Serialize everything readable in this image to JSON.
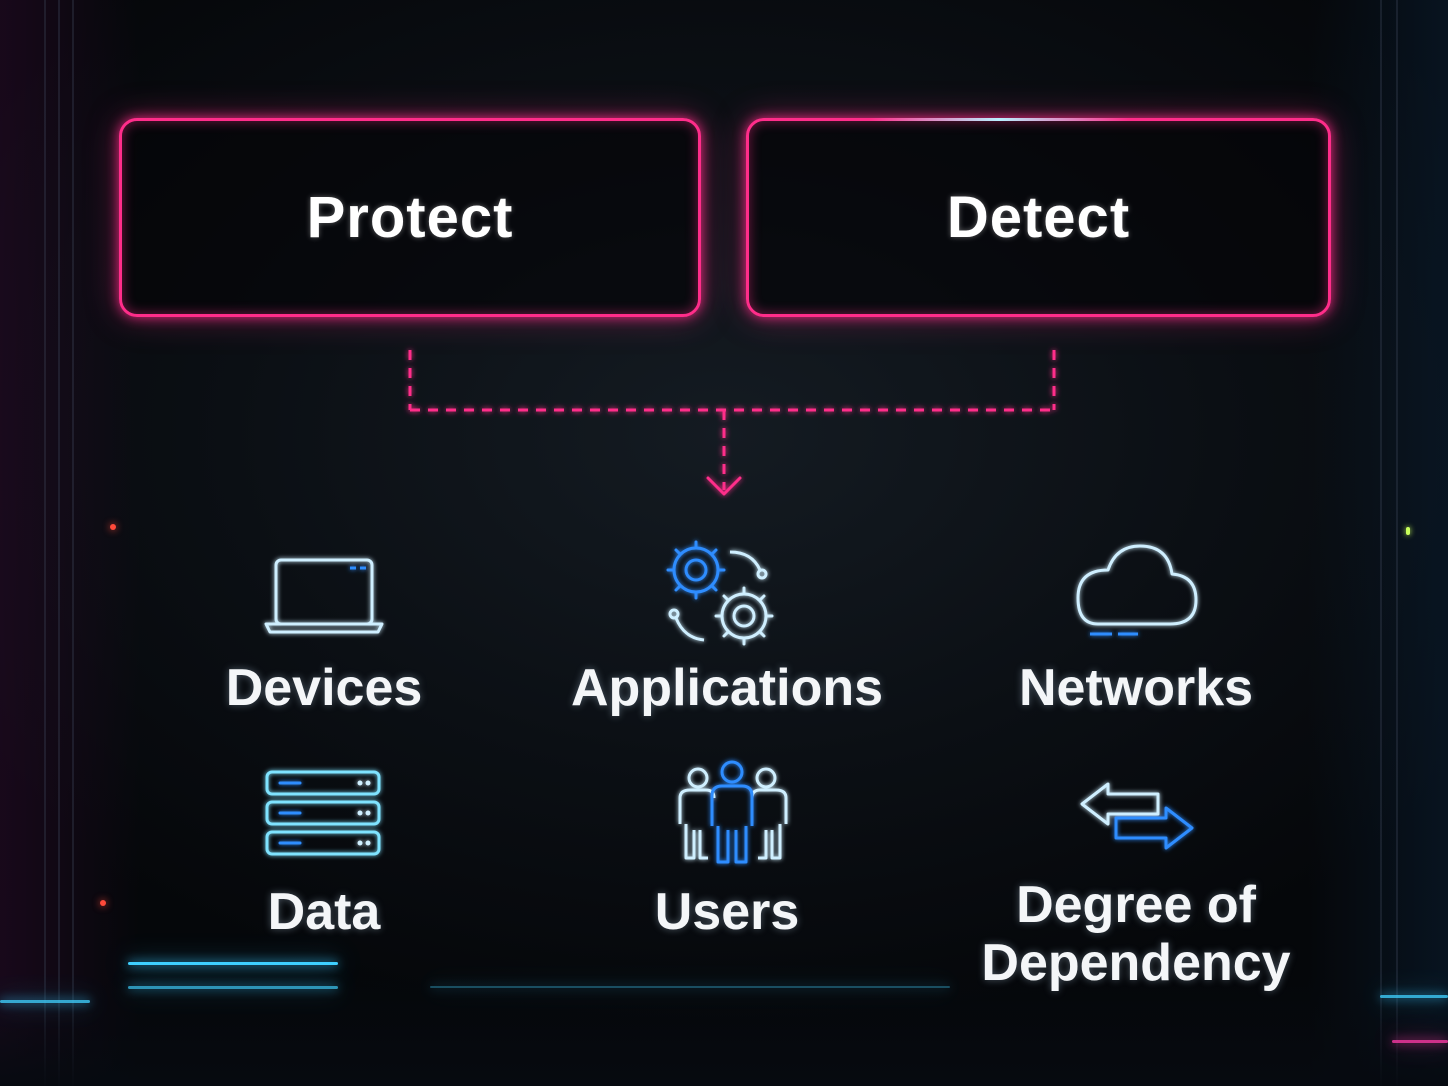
{
  "top_boxes": [
    {
      "label": "Protect"
    },
    {
      "label": "Detect"
    }
  ],
  "categories": [
    {
      "label": "Devices",
      "icon": "laptop-icon"
    },
    {
      "label": "Applications",
      "icon": "gears-icon"
    },
    {
      "label": "Networks",
      "icon": "cloud-icon"
    },
    {
      "label": "Data",
      "icon": "server-stack-icon"
    },
    {
      "label": "Users",
      "icon": "users-group-icon"
    },
    {
      "label": "Degree of Dependency",
      "icon": "exchange-arrows-icon"
    }
  ],
  "colors": {
    "box_border": "#ff2d8a",
    "connector": "#ff2d8a",
    "icon_primary": "#cfefff",
    "icon_accent": "#2f8dff",
    "text": "#f4f6f8"
  }
}
